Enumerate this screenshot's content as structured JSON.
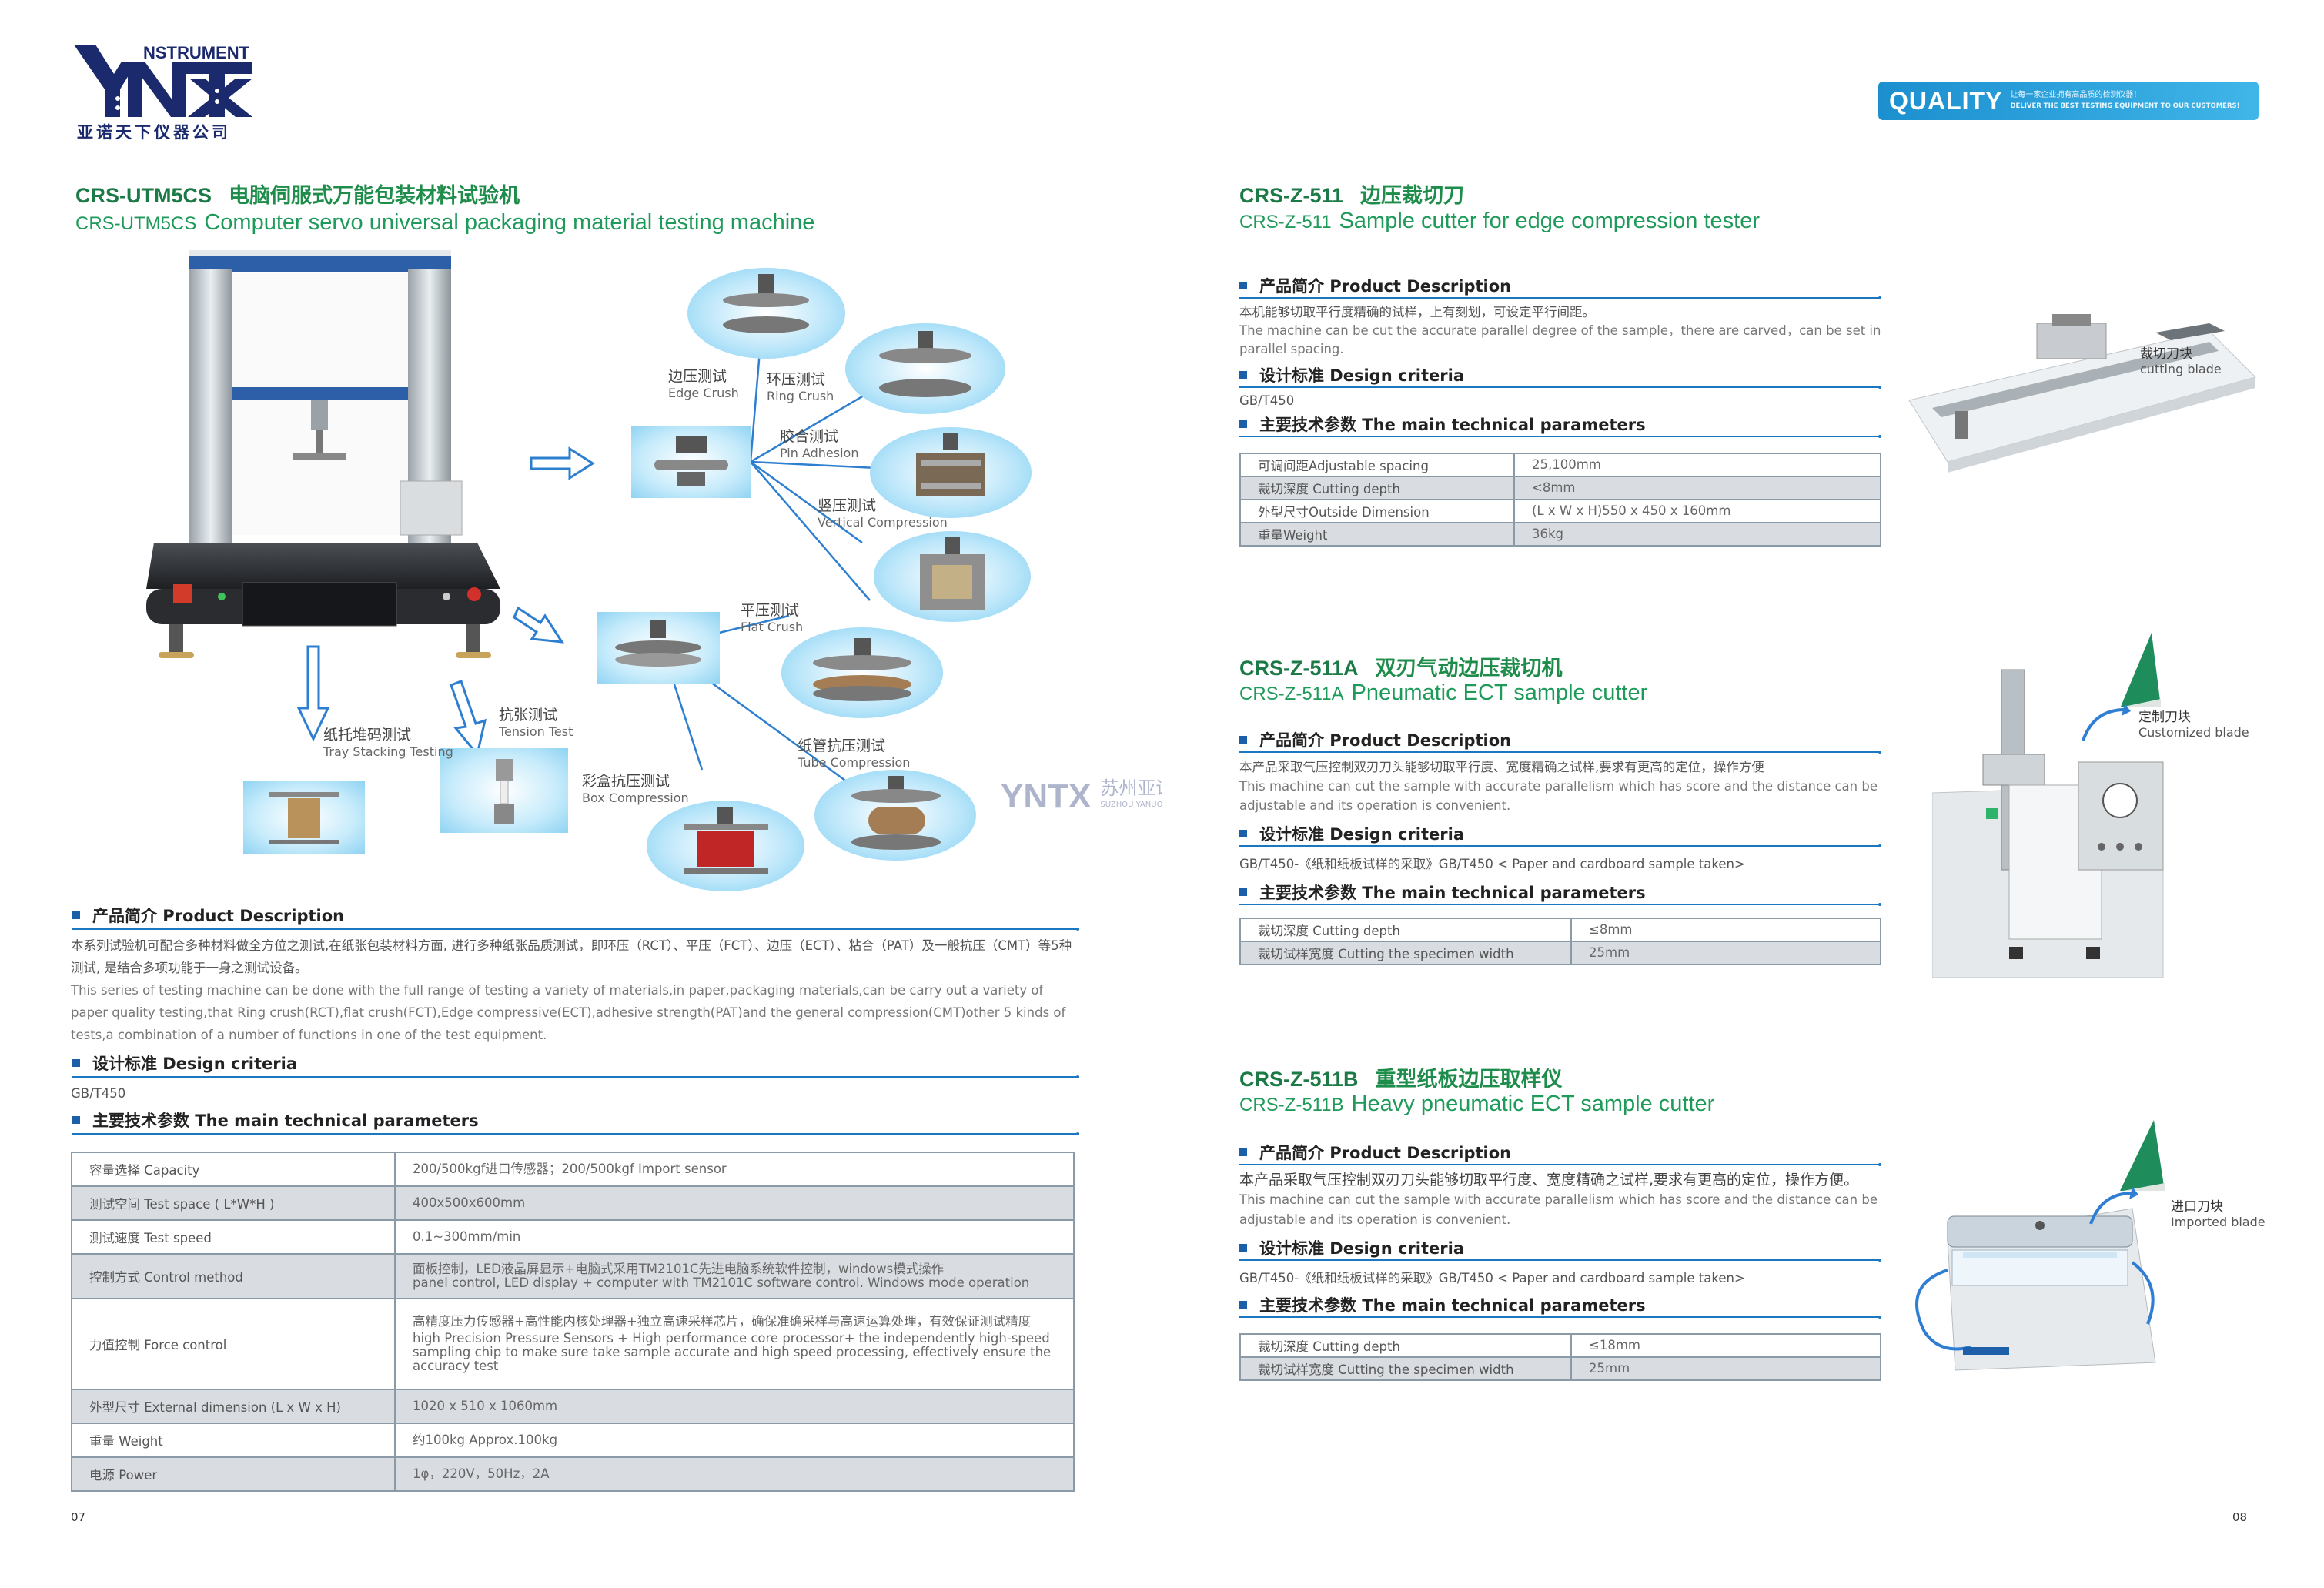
{
  "logo": {
    "mark": "YNTX",
    "nstrument": "NSTRUMENT",
    "company": "亚诺天下仪器公司"
  },
  "quality": {
    "word": "QUALITY",
    "cn": "让每一家企业拥有高品质的检测仪器！",
    "en": "DELIVER THE BEST TESTING EQUIPMENT TO OUR CUSTOMERS!"
  },
  "p1": {
    "model": "CRS-UTM5CS",
    "title_cn": "电脑伺服式万能包装材料试验机",
    "model_en": "CRS-UTM5CS",
    "title_en": "Computer servo universal packaging material testing machine",
    "tests": [
      {
        "cn": "边压测试",
        "en": "Edge Crush"
      },
      {
        "cn": "环压测试",
        "en": "Ring Crush"
      },
      {
        "cn": "胶合测试",
        "en": "Pin Adhesion"
      },
      {
        "cn": "竖压测试",
        "en": "Vertical Compression"
      },
      {
        "cn": "平压测试",
        "en": "Flat Crush"
      },
      {
        "cn": "纸管抗压测试",
        "en": "Tube Compression"
      },
      {
        "cn": "彩盒抗压测试",
        "en": "Box Compression"
      },
      {
        "cn": "抗张测试",
        "en": "Tension Test"
      },
      {
        "cn": "纸托堆码测试",
        "en": "Tray Stacking Testing"
      }
    ],
    "desc_head": "产品简介 Product Description",
    "desc_cn": "本系列试验机可配合多种材料做全方位之测试,在纸张包装材料方面, 进行多种纸张品质测试，即环压（RCT）、平压（FCT）、边压（ECT）、粘合（PAT）及一般抗压（CMT）等5种测试, 是结合多项功能于一身之测试设备。",
    "desc_en": "This series of testing machine can be done with the full range of testing a variety of materials,in paper,packaging materials,can be carry out a variety of paper quality testing,that Ring crush(RCT),flat crush(FCT),Edge compressive(ECT),adhesive strength(PAT)and the general compression(CMT)other 5 kinds of tests,a combination of a number of functions in one of the test equipment.",
    "criteria_head": "设计标准 Design criteria",
    "criteria": "GB/T450",
    "params_head": "主要技术参数 The main technical parameters",
    "params": [
      {
        "k": "容量选择 Capacity",
        "v": "200/500kgf进口传感器；200/500kgf Import sensor"
      },
      {
        "k": "测试空间 Test space ( L*W*H )",
        "v": "400x500x600mm"
      },
      {
        "k": "测试速度 Test speed",
        "v": "0.1~300mm/min"
      },
      {
        "k": "控制方式 Control method",
        "v": "面板控制，LED液晶屏显示+电脑式采用TM2101C先进电脑系统软件控制，windows模式操作",
        "v2": "panel control, LED display + computer with TM2101C software control. Windows mode operation"
      },
      {
        "k": "力值控制 Force control",
        "v": "高精度压力传感器+高性能内核处理器+独立高速采样芯片，确保准确采样与高速运算处理，有效保证测试精度",
        "v2": "high Precision Pressure Sensors + High performance core processor+ the independently high-speed sampling chip to make sure take sample accurate and high speed processing, effectively ensure the accuracy test"
      },
      {
        "k": "外型尺寸 External dimension (L x W x H)",
        "v": "1020 x 510 x 1060mm"
      },
      {
        "k": "重量 Weight",
        "v": "约100kg Approx.100kg"
      },
      {
        "k": "电源 Power",
        "v": "1φ，220V，50Hz，2A"
      }
    ],
    "page_num": "07"
  },
  "p2a": {
    "model": "CRS-Z-511",
    "title_cn": "边压裁切刀",
    "model_en": "CRS-Z-511",
    "title_en": "Sample cutter for edge compression tester",
    "desc_head": "产品简介 Product Description",
    "desc_cn": "本机能够切取平行度精确的试样，上有刻划，可设定平行间距。",
    "desc_en": "The machine can be cut the accurate parallel degree of the sample，there are carved，can be set in parallel spacing.",
    "criteria_head": "设计标准 Design criteria",
    "criteria": "GB/T450",
    "params_head": "主要技术参数 The main technical parameters",
    "params": [
      {
        "k": "可调间距Adjustable spacing",
        "v": "25,100mm"
      },
      {
        "k": "裁切深度 Cutting depth",
        "v": "<8mm"
      },
      {
        "k": "外型尺寸Outside Dimension",
        "v": "(L x W x H)550 x 450 x 160mm"
      },
      {
        "k": "重量Weight",
        "v": "36kg"
      }
    ],
    "blade_cn": "裁切刀块",
    "blade_en": "cutting blade"
  },
  "p2b": {
    "model": "CRS-Z-511A",
    "title_cn": "双刃气动边压裁切机",
    "model_en": "CRS-Z-511A",
    "title_en": "Pneumatic ECT sample cutter",
    "desc_head": "产品简介 Product Description",
    "desc_cn": "本产品采取气压控制双刃刀头能够切取平行度、宽度精确之试样,要求有更高的定位，操作方便",
    "desc_en": "This machine can cut the sample with accurate parallelism which has score and the distance can be adjustable and its operation is convenient.",
    "criteria_head": "设计标准 Design criteria",
    "criteria": "GB/T450-《纸和纸板试样的采取》GB/T450 < Paper and cardboard sample taken>",
    "params_head": "主要技术参数 The main technical parameters",
    "params": [
      {
        "k": "裁切深度 Cutting depth",
        "v": "≤8mm"
      },
      {
        "k": "裁切试样宽度 Cutting the specimen width",
        "v": "25mm"
      }
    ],
    "blade_cn": "定制刀块",
    "blade_en": "Customized blade"
  },
  "p2c": {
    "model": "CRS-Z-511B",
    "title_cn": "重型纸板边压取样仪",
    "model_en": "CRS-Z-511B",
    "title_en": "Heavy pneumatic ECT sample cutter",
    "desc_head": "产品简介 Product Description",
    "desc_cn": "本产品采取气压控制双刃刀头能够切取平行度、宽度精确之试样,要求有更高的定位，操作方便。",
    "desc_en": "This machine can cut the sample with accurate parallelism which has score and the distance can be adjustable and its operation is convenient.",
    "criteria_head": "设计标准 Design criteria",
    "criteria": "GB/T450-《纸和纸板试样的采取》GB/T450 < Paper and cardboard sample taken>",
    "params_head": "主要技术参数 The main technical parameters",
    "params": [
      {
        "k": "裁切深度 Cutting depth",
        "v": "≤18mm"
      },
      {
        "k": "裁切试样宽度 Cutting the specimen width",
        "v": "25mm"
      }
    ],
    "blade_cn": "进口刀块",
    "blade_en": "Imported blade"
  },
  "watermark": {
    "mark": "YNTX",
    "cn": "苏州亚诺天下仪器有限公司",
    "en": "SUZHOU YANUO WORLD INSTRUMENT CO.,LTD"
  },
  "page_num_right": "08"
}
